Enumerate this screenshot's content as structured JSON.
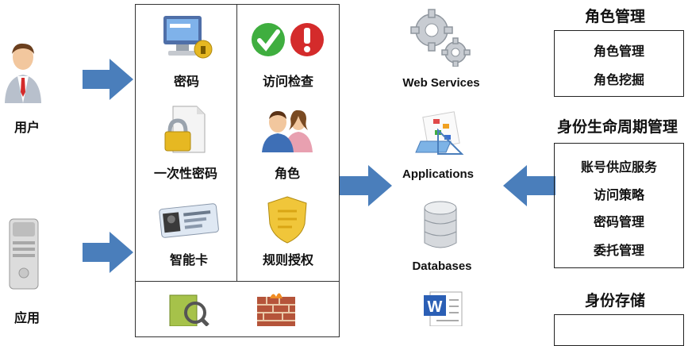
{
  "left": {
    "user_label": "用户",
    "app_label": "应用"
  },
  "auth_box": {
    "cells": [
      {
        "label": "密码",
        "icon": "password-computer-icon"
      },
      {
        "label": "访问检查",
        "icon": "access-check-icon"
      },
      {
        "label": "一次性密码",
        "icon": "one-time-password-icon"
      },
      {
        "label": "角色",
        "icon": "role-people-icon"
      },
      {
        "label": "智能卡",
        "icon": "smart-card-icon"
      },
      {
        "label": "规则授权",
        "icon": "rule-shield-icon"
      }
    ]
  },
  "resources": {
    "web_services": "Web Services",
    "applications": "Applications",
    "databases": "Databases"
  },
  "right": {
    "role_title": "角色管理",
    "role_items": [
      "角色管理",
      "角色挖掘"
    ],
    "lifecycle_title": "身份生命周期管理",
    "lifecycle_items": [
      "账号供应服务",
      "访问策略",
      "密码管理",
      "委托管理"
    ],
    "store_title": "身份存储"
  },
  "colors": {
    "arrow": "#4a7ebb",
    "border": "#333333"
  }
}
